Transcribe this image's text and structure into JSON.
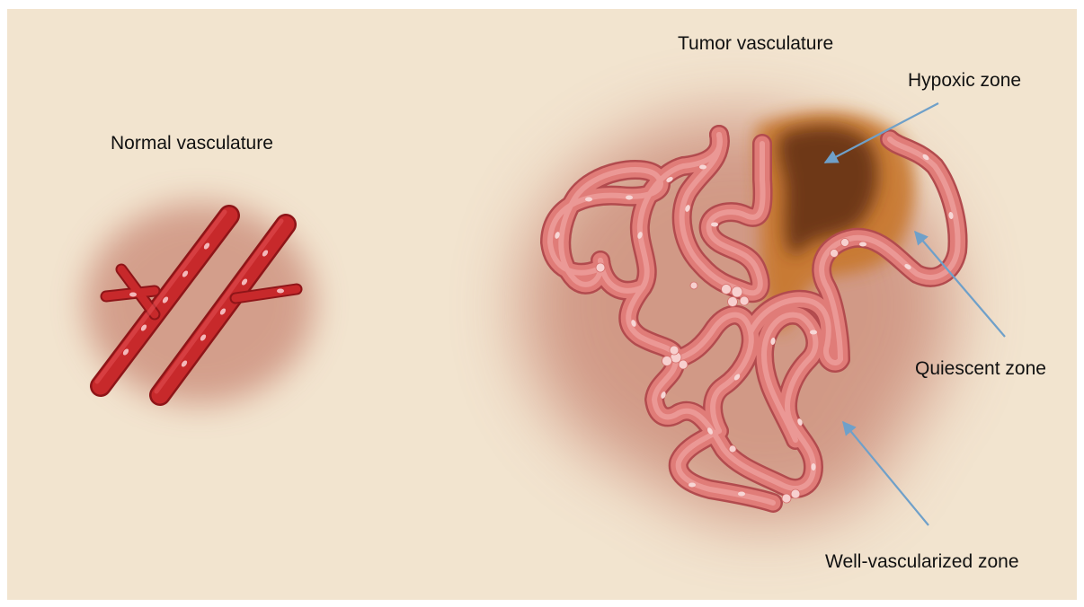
{
  "labels": {
    "normal": "Normal vasculature",
    "tumor": "Tumor vasculature",
    "hypoxic": "Hypoxic zone",
    "quiescent": "Quiescent zone",
    "well_vascularized": "Well-vascularized zone"
  },
  "colors": {
    "background": "#f2e4cf",
    "halo": "#c98774",
    "normal_vessel": "#c7292b",
    "tumor_vessel": "#e07c78",
    "quiescent_zone": "#c8782e",
    "hypoxic_zone": "#6b3612",
    "arrow": "#6fa0c9",
    "cell": "#f7d0cf"
  }
}
